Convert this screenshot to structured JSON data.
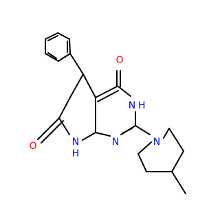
{
  "molecule": {
    "atoms": {
      "o4": "O",
      "o7": "O",
      "n3": "N",
      "h3": "H",
      "n8": "N",
      "h8": "H",
      "n1": "N",
      "npip": "N"
    }
  },
  "colors": {
    "background": "#ffffff",
    "bond": "#000000",
    "oxygen": "#ff0000",
    "nitrogen": "#0000ff"
  }
}
